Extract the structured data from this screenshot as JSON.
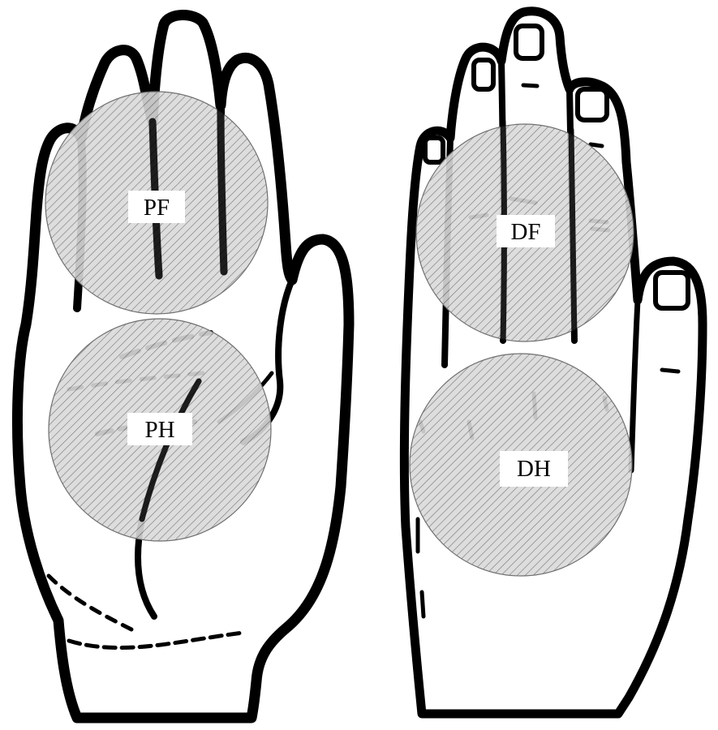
{
  "figure": {
    "regions": [
      {
        "key": "PF",
        "label": "PF",
        "hand": "palmar"
      },
      {
        "key": "PH",
        "label": "PH",
        "hand": "palmar"
      },
      {
        "key": "DF",
        "label": "DF",
        "hand": "dorsal"
      },
      {
        "key": "DH",
        "label": "DH",
        "hand": "dorsal"
      }
    ],
    "colors": {
      "outline": "#000000",
      "circle_fill": "#d9d9d9",
      "hatch": "#6f6f6f",
      "label_bg": "#ffffff"
    }
  }
}
